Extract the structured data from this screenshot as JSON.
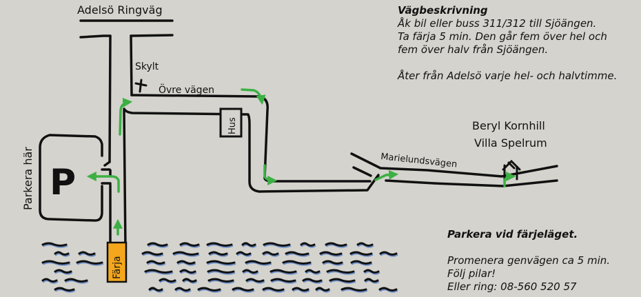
{
  "map": {
    "labels": {
      "road_top": "Adelsö Ringväg",
      "sign": "Skylt",
      "upper_road": "Övre vägen",
      "house": "Hus",
      "marielund": "Marielundsvägen",
      "owner_line1": "Beryl Kornhill",
      "owner_line2": "Villa Spelrum",
      "park_here": "Parkera här",
      "parking_symbol": "P",
      "ferry": "Färja"
    },
    "colors": {
      "background": "#d4d3cd",
      "road": "#111111",
      "arrow": "#3cb043",
      "water_wave": "#111111",
      "water_shadow": "#6e8fc8",
      "ferry": "#f4a71d"
    }
  },
  "directions": {
    "title": "Vägbeskrivning",
    "line1": "Åk bil eller buss 311/312 till Sjöängen.",
    "line2": "Ta färja 5 min. Den går fem över hel och",
    "line3": "fem över halv från Sjöängen.",
    "line4": "Åter från Adelsö varje hel- och halvtimme."
  },
  "parking_info": {
    "title": "Parkera vid färjeläget.",
    "line1": "Promenera genvägen ca 5 min.",
    "line2": "Följ pilar!",
    "line3": "Eller ring: 08-560 520 57"
  }
}
